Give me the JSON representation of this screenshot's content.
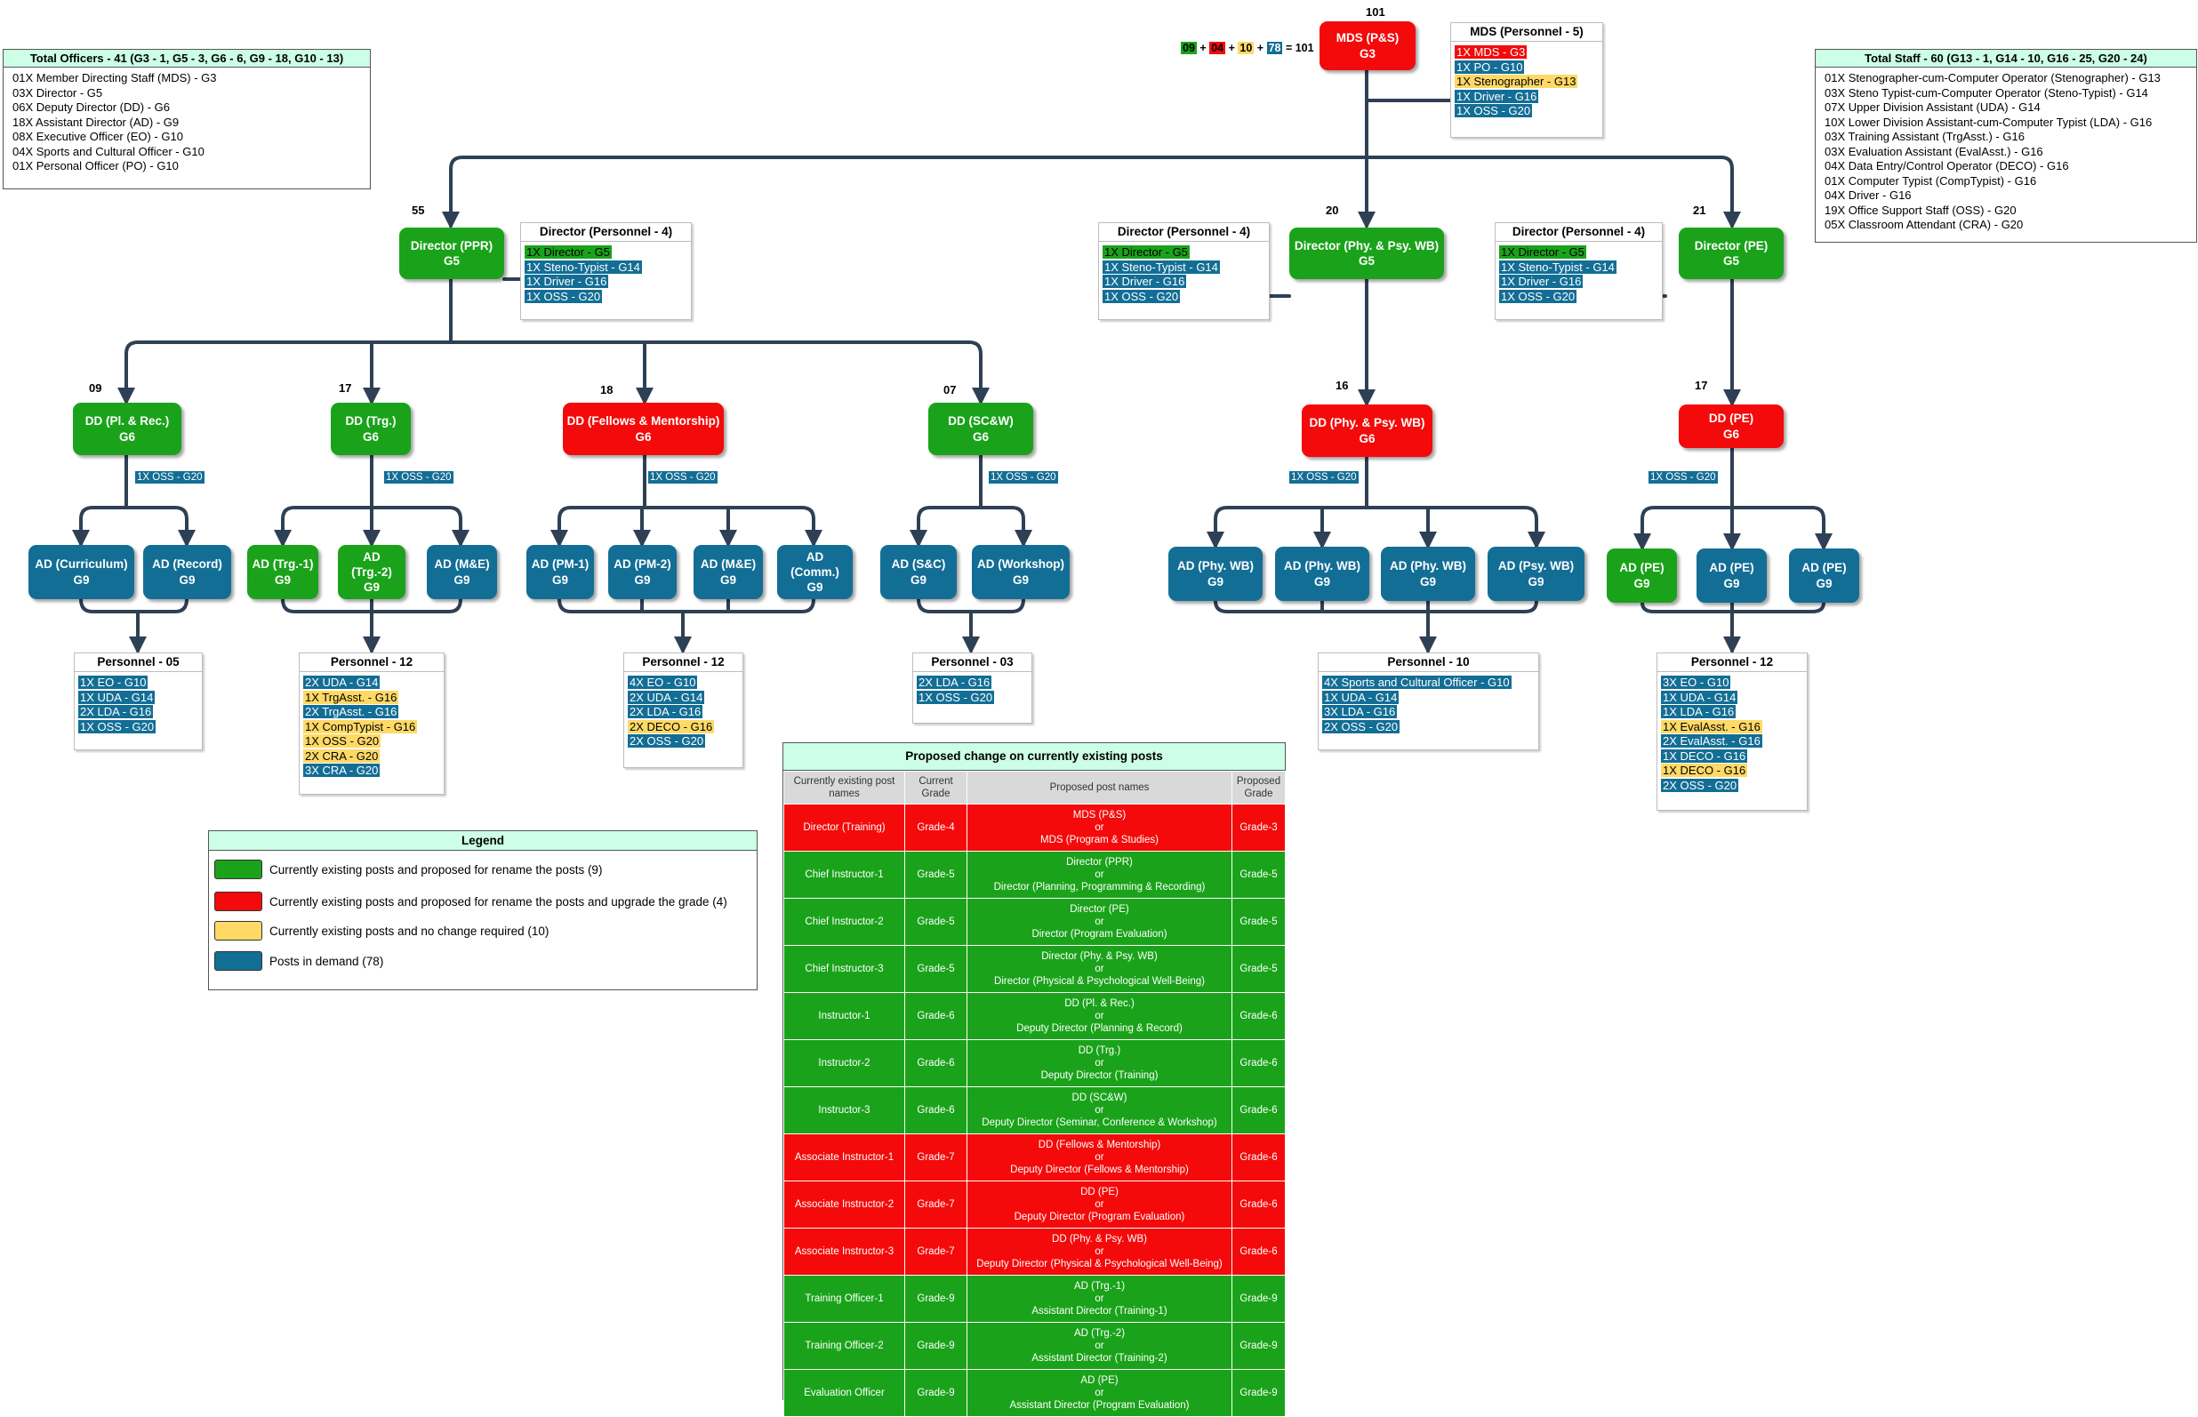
{
  "colors": {
    "green": "#1aa31a",
    "red": "#f40a0a",
    "blue": "#136e95",
    "yellow": "#ffd966",
    "connector": "#2e4055",
    "header": "#ccffe5"
  },
  "top": {
    "count": "101",
    "node": {
      "title": "MDS (P&S)",
      "grade": "G3"
    },
    "formula": {
      "green": "09",
      "red": "04",
      "yellow": "10",
      "blue": "78",
      "plus": "+",
      "equals": "= 101"
    },
    "personnel": {
      "title": "MDS (Personnel - 5)",
      "items": [
        {
          "text": "1X MDS - G3",
          "color": "red"
        },
        {
          "text": "1X PO - G10",
          "color": "blue"
        },
        {
          "text": "1X Stenographer - G13",
          "color": "yellow"
        },
        {
          "text": "1X Driver - G16",
          "color": "blue"
        },
        {
          "text": "1X OSS - G20",
          "color": "blue"
        }
      ]
    }
  },
  "summary_left": {
    "title": "Total Officers - 41 (G3 - 1, G5 - 3, G6 - 6, G9 - 18, G10 - 13)",
    "lines": [
      "01X Member Directing Staff (MDS) - G3",
      "03X Director - G5",
      "06X Deputy Director (DD) - G6",
      "18X Assistant Director (AD) - G9",
      "08X Executive Officer (EO) - G10",
      "04X Sports and Cultural Officer - G10",
      "01X Personal Officer (PO) - G10"
    ]
  },
  "summary_right": {
    "title": "Total Staff - 60 (G13 - 1, G14 - 10, G16 - 25, G20 - 24)",
    "lines": [
      "01X Stenographer-cum-Computer Operator (Stenographer) - G13",
      "03X Steno Typist-cum-Computer Operator (Steno-Typist) - G14",
      "07X Upper Division Assistant (UDA) - G14",
      "10X Lower Division Assistant-cum-Computer Typist (LDA) - G16",
      "03X Training Assistant (TrgAsst.) - G16",
      "03X Evaluation Assistant (EvalAsst.) - G16",
      "04X Data Entry/Control Operator (DECO) - G16",
      "01X Computer Typist (CompTypist) - G16",
      "04X Driver - G16",
      "19X Office Support Staff (OSS) - G20",
      "05X Classroom Attendant (CRA) - G20"
    ]
  },
  "directors": [
    {
      "count": "55",
      "node": {
        "title": "Director (PPR)",
        "grade": "G5"
      },
      "personnel": {
        "title": "Director (Personnel - 4)",
        "items": [
          {
            "text": "1X Director - G5",
            "color": "green"
          },
          {
            "text": "1X Steno-Typist - G14",
            "color": "blue"
          },
          {
            "text": "1X Driver - G16",
            "color": "blue"
          },
          {
            "text": "1X OSS - G20",
            "color": "blue"
          }
        ]
      }
    },
    {
      "count": "20",
      "node": {
        "title": "Director (Phy. & Psy. WB)",
        "grade": "G5"
      },
      "personnel": {
        "title": "Director (Personnel - 4)",
        "items": [
          {
            "text": "1X Director - G5",
            "color": "green"
          },
          {
            "text": "1X Steno-Typist - G14",
            "color": "blue"
          },
          {
            "text": "1X Driver - G16",
            "color": "blue"
          },
          {
            "text": "1X OSS - G20",
            "color": "blue"
          }
        ]
      }
    },
    {
      "count": "21",
      "node": {
        "title": "Director (PE)",
        "grade": "G5"
      },
      "personnel": {
        "title": "Director (Personnel - 4)",
        "items": [
          {
            "text": "1X Director - G5",
            "color": "green"
          },
          {
            "text": "1X Steno-Typist - G14",
            "color": "blue"
          },
          {
            "text": "1X Driver - G16",
            "color": "blue"
          },
          {
            "text": "1X OSS - G20",
            "color": "blue"
          }
        ]
      }
    }
  ],
  "deputies": [
    {
      "count": "09",
      "title": "DD (Pl. & Rec.)",
      "grade": "G6",
      "oss": "1X OSS - G20"
    },
    {
      "count": "17",
      "title": "DD (Trg.)",
      "grade": "G6",
      "oss": "1X OSS - G20"
    },
    {
      "count": "18",
      "title": "DD (Fellows & Mentorship)",
      "grade": "G6",
      "oss": "1X OSS - G20"
    },
    {
      "count": "07",
      "title": "DD (SC&W)",
      "grade": "G6",
      "oss": "1X OSS - G20"
    },
    {
      "count": "16",
      "title": "DD (Phy. & Psy. WB)",
      "grade": "G6",
      "oss": "1X OSS - G20"
    },
    {
      "count": "17",
      "title": "DD (PE)",
      "grade": "G6",
      "oss": "1X OSS - G20"
    }
  ],
  "assistants": [
    {
      "title": "AD (Curriculum)",
      "grade": "G9"
    },
    {
      "title": "AD (Record)",
      "grade": "G9"
    },
    {
      "title": "AD (Trg.-1)",
      "grade": "G9"
    },
    {
      "title": "AD (Trg.-2)",
      "grade": "G9"
    },
    {
      "title": "AD (M&E)",
      "grade": "G9"
    },
    {
      "title": "AD (PM-1)",
      "grade": "G9"
    },
    {
      "title": "AD (PM-2)",
      "grade": "G9"
    },
    {
      "title": "AD (M&E)",
      "grade": "G9"
    },
    {
      "title": "AD (Comm.)",
      "grade": "G9"
    },
    {
      "title": "AD (S&C)",
      "grade": "G9"
    },
    {
      "title": "AD (Workshop)",
      "grade": "G9"
    },
    {
      "title": "AD (Phy. WB)",
      "grade": "G9"
    },
    {
      "title": "AD (Phy. WB)",
      "grade": "G9"
    },
    {
      "title": "AD (Phy. WB)",
      "grade": "G9"
    },
    {
      "title": "AD (Psy. WB)",
      "grade": "G9"
    },
    {
      "title": "AD (PE)",
      "grade": "G9"
    },
    {
      "title": "AD (PE)",
      "grade": "G9"
    },
    {
      "title": "AD (PE)",
      "grade": "G9"
    }
  ],
  "personnel_groups": [
    {
      "title": "Personnel - 05",
      "items": [
        {
          "text": "1X EO - G10",
          "color": "blue"
        },
        {
          "text": "1X UDA - G14",
          "color": "blue"
        },
        {
          "text": "2X LDA - G16",
          "color": "blue"
        },
        {
          "text": "1X OSS - G20",
          "color": "blue"
        }
      ]
    },
    {
      "title": "Personnel - 12",
      "items": [
        {
          "text": "2X UDA - G14",
          "color": "blue"
        },
        {
          "text": "1X TrgAsst. - G16",
          "color": "yellow"
        },
        {
          "text": "2X TrgAsst. - G16",
          "color": "blue"
        },
        {
          "text": "1X CompTypist - G16",
          "color": "yellow"
        },
        {
          "text": "1X OSS - G20",
          "color": "yellow"
        },
        {
          "text": "2X CRA - G20",
          "color": "yellow"
        },
        {
          "text": "3X CRA - G20",
          "color": "blue"
        }
      ]
    },
    {
      "title": "Personnel - 12",
      "items": [
        {
          "text": "4X EO - G10",
          "color": "blue"
        },
        {
          "text": "2X UDA - G14",
          "color": "blue"
        },
        {
          "text": "2X LDA - G16",
          "color": "blue"
        },
        {
          "text": "2X DECO - G16",
          "color": "yellow"
        },
        {
          "text": "2X OSS - G20",
          "color": "blue"
        }
      ]
    },
    {
      "title": "Personnel - 03",
      "items": [
        {
          "text": "2X LDA - G16",
          "color": "blue"
        },
        {
          "text": "1X OSS - G20",
          "color": "blue"
        }
      ]
    },
    {
      "title": "Personnel - 10",
      "items": [
        {
          "text": "4X Sports and Cultural Officer - G10",
          "color": "blue"
        },
        {
          "text": "1X UDA - G14",
          "color": "blue"
        },
        {
          "text": "3X LDA - G16",
          "color": "blue"
        },
        {
          "text": "2X OSS - G20",
          "color": "blue"
        }
      ]
    },
    {
      "title": "Personnel - 12",
      "items": [
        {
          "text": "3X EO - G10",
          "color": "blue"
        },
        {
          "text": "1X UDA - G14",
          "color": "blue"
        },
        {
          "text": "1X LDA - G16",
          "color": "blue"
        },
        {
          "text": "1X EvalAsst. - G16",
          "color": "yellow"
        },
        {
          "text": "2X EvalAsst. - G16",
          "color": "blue"
        },
        {
          "text": "1X DECO - G16",
          "color": "blue"
        },
        {
          "text": "1X DECO - G16",
          "color": "yellow"
        },
        {
          "text": "2X OSS - G20",
          "color": "blue"
        }
      ]
    }
  ],
  "legend": {
    "title": "Legend",
    "items": [
      {
        "color": "green",
        "label": "Currently existing posts and proposed for rename the posts (9)"
      },
      {
        "color": "red",
        "label": "Currently existing posts and proposed for rename the posts and upgrade the grade (4)"
      },
      {
        "color": "yellow",
        "label": "Currently existing posts and no change required (10)"
      },
      {
        "color": "blue",
        "label": "Posts in demand (78)"
      }
    ]
  },
  "proposal_table": {
    "title": "Proposed change on currently existing posts",
    "headers": [
      "Currently existing post names",
      "Current Grade",
      "Proposed post names",
      "Proposed Grade"
    ],
    "rows": [
      {
        "color": "red",
        "existing": "Director (Training)",
        "current": "Grade-4",
        "p1": "MDS (P&S)",
        "or": "or",
        "p2": "MDS (Program & Studies)",
        "proposed": "Grade-3"
      },
      {
        "color": "green",
        "existing": "Chief Instructor-1",
        "current": "Grade-5",
        "p1": "Director (PPR)",
        "or": "or",
        "p2": "Director (Planning, Programming & Recording)",
        "proposed": "Grade-5"
      },
      {
        "color": "green",
        "existing": "Chief Instructor-2",
        "current": "Grade-5",
        "p1": "Director (PE)",
        "or": "or",
        "p2": "Director (Program Evaluation)",
        "proposed": "Grade-5"
      },
      {
        "color": "green",
        "existing": "Chief Instructor-3",
        "current": "Grade-5",
        "p1": "Director (Phy. & Psy. WB)",
        "or": "or",
        "p2": "Director (Physical & Psychological Well-Being)",
        "proposed": "Grade-5"
      },
      {
        "color": "green",
        "existing": "Instructor-1",
        "current": "Grade-6",
        "p1": "DD (Pl. & Rec.)",
        "or": "or",
        "p2": "Deputy Director (Planning & Record)",
        "proposed": "Grade-6"
      },
      {
        "color": "green",
        "existing": "Instructor-2",
        "current": "Grade-6",
        "p1": "DD (Trg.)",
        "or": "or",
        "p2": "Deputy Director (Training)",
        "proposed": "Grade-6"
      },
      {
        "color": "green",
        "existing": "Instructor-3",
        "current": "Grade-6",
        "p1": "DD (SC&W)",
        "or": "or",
        "p2": "Deputy Director (Seminar, Conference & Workshop)",
        "proposed": "Grade-6"
      },
      {
        "color": "red",
        "existing": "Associate Instructor-1",
        "current": "Grade-7",
        "p1": "DD (Fellows & Mentorship)",
        "or": "or",
        "p2": "Deputy Director (Fellows & Mentorship)",
        "proposed": "Grade-6"
      },
      {
        "color": "red",
        "existing": "Associate Instructor-2",
        "current": "Grade-7",
        "p1": "DD (PE)",
        "or": "or",
        "p2": "Deputy Director (Program Evaluation)",
        "proposed": "Grade-6"
      },
      {
        "color": "red",
        "existing": "Associate Instructor-3",
        "current": "Grade-7",
        "p1": "DD (Phy. & Psy. WB)",
        "or": "or",
        "p2": "Deputy Director (Physical & Psychological Well-Being)",
        "proposed": "Grade-6"
      },
      {
        "color": "green",
        "existing": "Training Officer-1",
        "current": "Grade-9",
        "p1": "AD (Trg.-1)",
        "or": "or",
        "p2": "Assistant Director (Training-1)",
        "proposed": "Grade-9"
      },
      {
        "color": "green",
        "existing": "Training Officer-2",
        "current": "Grade-9",
        "p1": "AD (Trg.-2)",
        "or": "or",
        "p2": "Assistant Director (Training-2)",
        "proposed": "Grade-9"
      },
      {
        "color": "green",
        "existing": "Evaluation Officer",
        "current": "Grade-9",
        "p1": "AD (PE)",
        "or": "or",
        "p2": "Assistant Director (Program Evaluation)",
        "proposed": "Grade-9"
      }
    ]
  }
}
